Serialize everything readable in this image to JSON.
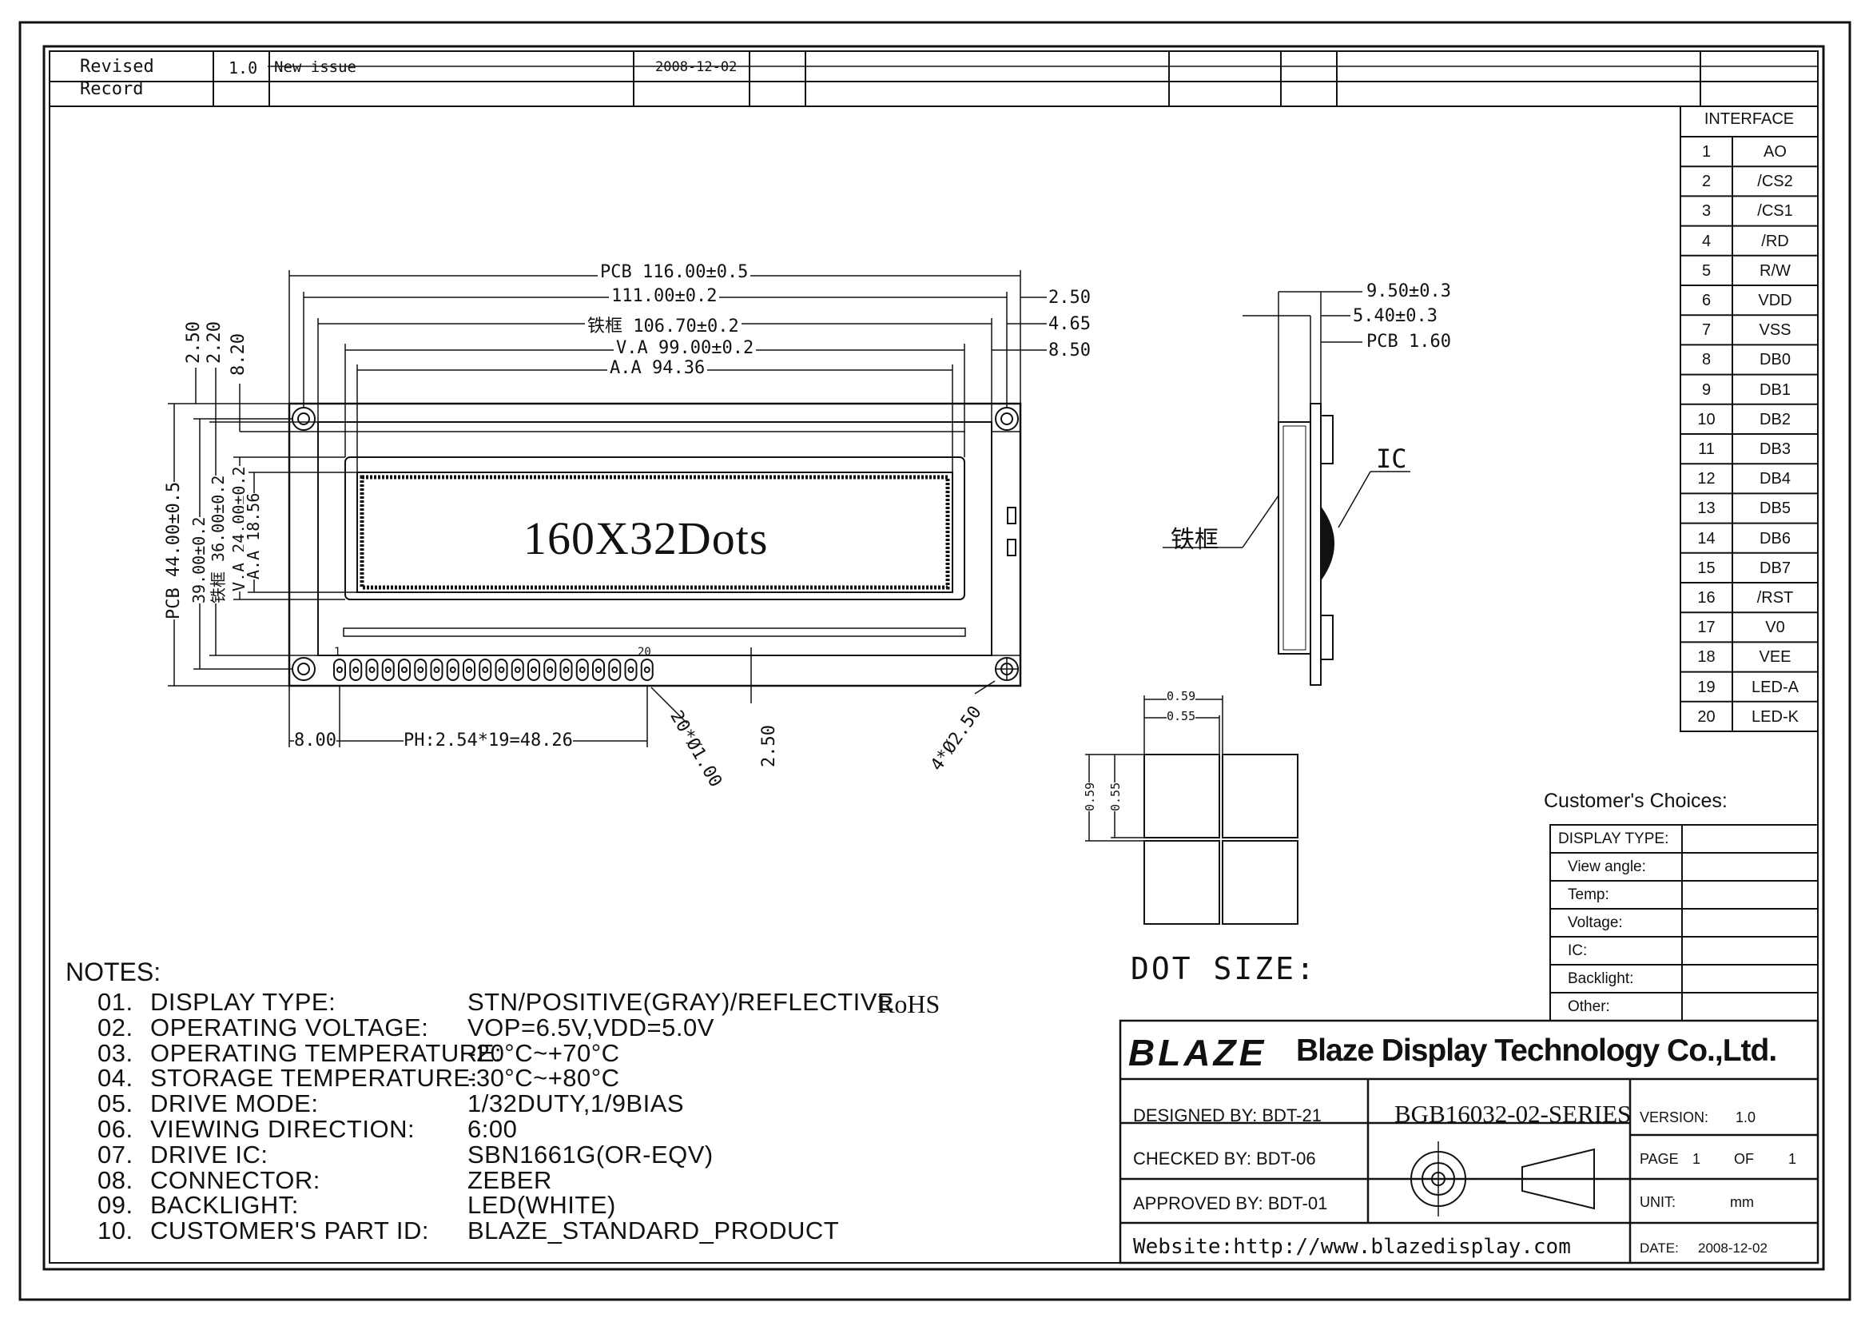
{
  "revision": {
    "label": [
      "Revised",
      "Record"
    ],
    "version": "1.0",
    "description": "New issue",
    "date": "2008-12-02"
  },
  "interface": {
    "title": "INTERFACE",
    "pins": [
      {
        "num": "1",
        "name": "AO"
      },
      {
        "num": "2",
        "name": "/CS2"
      },
      {
        "num": "3",
        "name": "/CS1"
      },
      {
        "num": "4",
        "name": "/RD"
      },
      {
        "num": "5",
        "name": "R/W"
      },
      {
        "num": "6",
        "name": "VDD"
      },
      {
        "num": "7",
        "name": "VSS"
      },
      {
        "num": "8",
        "name": "DB0"
      },
      {
        "num": "9",
        "name": "DB1"
      },
      {
        "num": "10",
        "name": "DB2"
      },
      {
        "num": "11",
        "name": "DB3"
      },
      {
        "num": "12",
        "name": "DB4"
      },
      {
        "num": "13",
        "name": "DB5"
      },
      {
        "num": "14",
        "name": "DB6"
      },
      {
        "num": "15",
        "name": "DB7"
      },
      {
        "num": "16",
        "name": "/RST"
      },
      {
        "num": "17",
        "name": "V0"
      },
      {
        "num": "18",
        "name": "VEE"
      },
      {
        "num": "19",
        "name": "LED-A"
      },
      {
        "num": "20",
        "name": "LED-K"
      }
    ]
  },
  "front_view": {
    "display_text": "160X32Dots",
    "dims_top": [
      "PCB 116.00±0.5",
      "111.00±0.2",
      "铁框 106.70±0.2",
      "V.A 99.00±0.2",
      "A.A 94.36"
    ],
    "dims_right": [
      "2.50",
      "4.65",
      "8.50"
    ],
    "dims_left_top": [
      "2.50",
      "2.20",
      "8.20"
    ],
    "dims_left": [
      "PCB 44.00±0.5",
      "39.00±0.2",
      "铁框 36.00±0.2",
      "V.A 24.00±0.2",
      "A.A 18.56"
    ],
    "dims_bottom": [
      "8.00",
      "PH:2.54*19=48.26",
      "20*Ø1.00",
      "2.50",
      "4*Ø2.50"
    ],
    "pin_labels": [
      "1",
      "20"
    ]
  },
  "side_view": {
    "dims": [
      "9.50±0.3",
      "5.40±0.3",
      "PCB 1.60"
    ],
    "labels": [
      "IC",
      "铁框"
    ]
  },
  "dot_size": {
    "title": "DOT SIZE:",
    "dims": [
      "0.59",
      "0.55",
      "0.59",
      "0.55"
    ]
  },
  "notes": {
    "title": "NOTES:",
    "items": [
      {
        "num": "01.",
        "label": "DISPLAY TYPE:",
        "value": "STN/POSITIVE(GRAY)/REFLECTIVE"
      },
      {
        "num": "02.",
        "label": "OPERATING VOLTAGE:",
        "value": "VOP=6.5V,VDD=5.0V"
      },
      {
        "num": "03.",
        "label": "OPERATING TEMPERATURE:",
        "value": "-20°C~+70°C"
      },
      {
        "num": "04.",
        "label": "STORAGE TEMPERATURE:",
        "value": "-30°C~+80°C"
      },
      {
        "num": "05.",
        "label": "DRIVE MODE:",
        "value": "1/32DUTY,1/9BIAS"
      },
      {
        "num": "06.",
        "label": "VIEWING DIRECTION:",
        "value": "6:00"
      },
      {
        "num": "07.",
        "label": "DRIVE IC:",
        "value": "SBN1661G(OR-EQV)"
      },
      {
        "num": "08.",
        "label": "CONNECTOR:",
        "value": "ZEBER"
      },
      {
        "num": "09.",
        "label": "BACKLIGHT:",
        "value": "LED(WHITE)"
      },
      {
        "num": "10.",
        "label": "CUSTOMER'S PART ID:",
        "value": "BLAZE_STANDARD_PRODUCT"
      }
    ],
    "rohs": "RoHS"
  },
  "customer_choices": {
    "title": "Customer's Choices:",
    "rows": [
      "DISPLAY TYPE:",
      "View angle:",
      "Temp:",
      "Voltage:",
      "IC:",
      "Backlight:",
      "Other:"
    ]
  },
  "title_block": {
    "logo": "BLAZE",
    "company": "Blaze Display Technology Co.,Ltd.",
    "designed_by": "DESIGNED BY: BDT-21",
    "checked_by": "CHECKED BY: BDT-06",
    "approved_by": "APPROVED BY: BDT-01",
    "part_number": "BGB16032-02-SERIES",
    "version_label": "VERSION:",
    "version_value": "1.0",
    "page_label": "PAGE",
    "page_num": "1",
    "of_label": "OF",
    "page_total": "1",
    "unit_label": "UNIT:",
    "unit_value": "mm",
    "date_label": "DATE:",
    "date_value": "2008-12-02",
    "website": "Website:http://www.blazedisplay.com"
  }
}
